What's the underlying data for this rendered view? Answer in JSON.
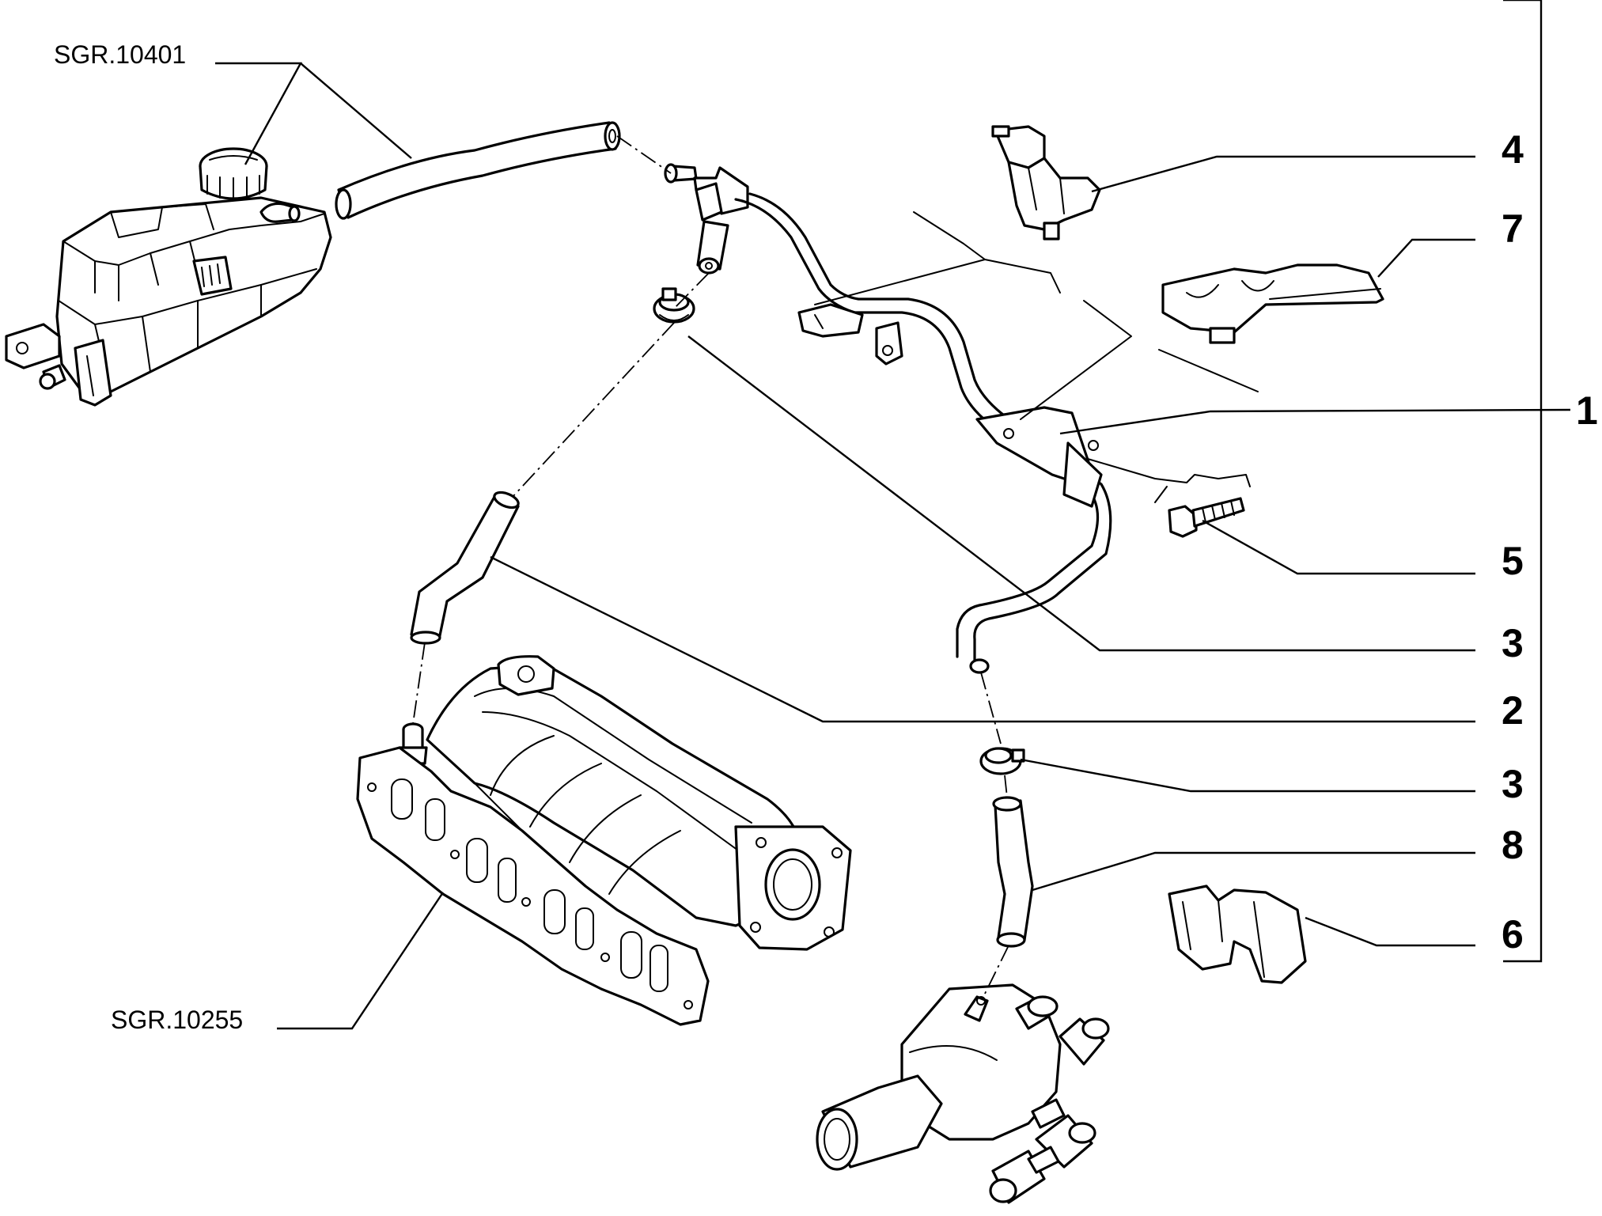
{
  "references": {
    "expansion_tank_ref": "SGR.10401",
    "intake_manifold_ref": "SGR.10255"
  },
  "callouts": {
    "c1": "1",
    "c2": "2",
    "c3_upper": "3",
    "c3_lower": "3",
    "c4": "4",
    "c5": "5",
    "c6": "6",
    "c7": "7",
    "c8": "8"
  },
  "icons": [
    "expansion-tank-icon",
    "intake-manifold-icon",
    "thermostat-housing-icon",
    "hose-clamp-icon",
    "bolt-icon",
    "pipe-bracket-icon"
  ]
}
